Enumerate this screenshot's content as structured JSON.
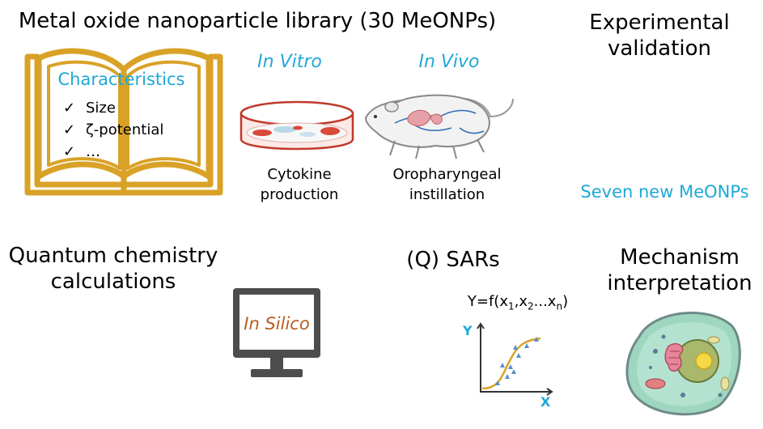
{
  "header": {
    "title": "Metal oxide nanoparticle library (30 MeONPs)",
    "experimental_validation": "Experimental\nvalidation"
  },
  "library": {
    "heading": "Characteristics",
    "items": [
      "Size",
      "ζ-potential",
      "…"
    ],
    "check_glyph": "✓"
  },
  "in_vitro": {
    "label": "In Vitro",
    "caption_line1": "Cytokine",
    "caption_line2": "production"
  },
  "in_vivo": {
    "label": "In Vivo",
    "caption_line1": "Oropharyngeal",
    "caption_line2": "instillation"
  },
  "validation": {
    "new_nps": "Seven new MeONPs"
  },
  "quantum": {
    "line1": "Quantum chemistry",
    "line2": "calculations",
    "monitor_label": "In Silico"
  },
  "qsar": {
    "title": "(Q) SARs",
    "formula_prefix": "Y=f(x",
    "formula_sub1": "1",
    "formula_sep1": ",x",
    "formula_sub2": "2",
    "formula_sep2": "...x",
    "formula_subn": "n",
    "formula_suffix": ")",
    "y_axis": "Y",
    "x_axis": "X"
  },
  "mechanism": {
    "line1": "Mechanism",
    "line2": "interpretation"
  },
  "colors": {
    "accent_blue": "#1fa8d6",
    "book_gold": "#d9a227",
    "insilico_orange": "#b85c20",
    "monitor_gray": "#4d4d4d",
    "cell_green": "#9fd6c0"
  }
}
